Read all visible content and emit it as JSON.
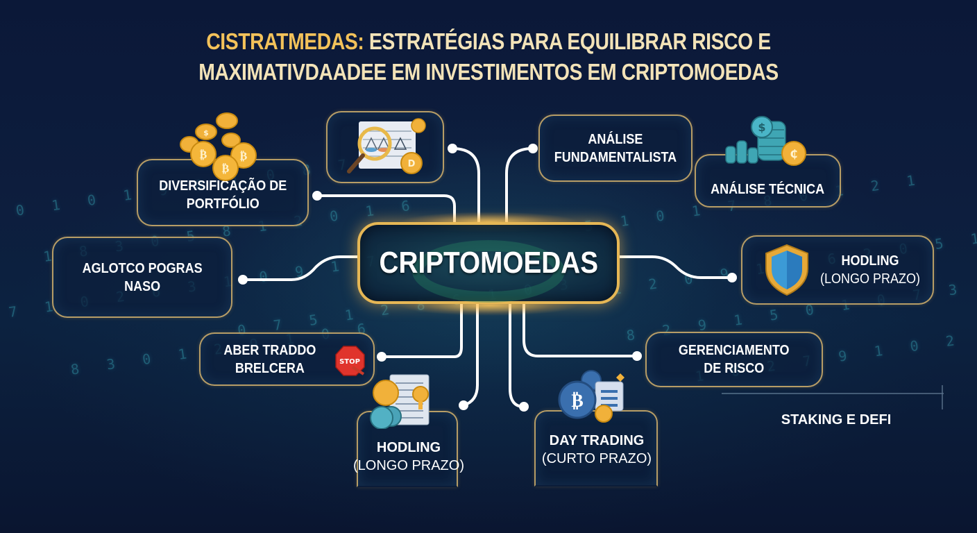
{
  "title": {
    "line1_prefix": "CISTRATMEDAS:",
    "line1_rest": " ESTRATÉGIAS PARA EQUILIBRAR RISCO E",
    "line2": "MAXIMATIVDAADEE EM INVESTIMENTOS EM CRIPTOMOEDAS"
  },
  "center": {
    "label": "CRIPTOMOEDAS"
  },
  "nodes": {
    "diversificacao": {
      "line1": "DIVERSIFICAÇÃO DE",
      "line2": "PORTFÓLIO",
      "icon": "gold-coins-icon"
    },
    "analysis_icon_box": {
      "icon": "magnifier-scale-document-icon"
    },
    "fundamentalista": {
      "line1": "ANÁLISE",
      "line2": "FUNDAMENTALISTA"
    },
    "tecnica": {
      "line1": "ANÁLISE TÉCNICA",
      "icon": "coin-stack-icon"
    },
    "aglotco": {
      "line1": "AGLOTCO POGRAS",
      "line2": "NASO"
    },
    "hodling_right": {
      "line1": "HODLING",
      "line2": "(LONGO PRAZO)",
      "icon": "shield-icon"
    },
    "aber_traddo": {
      "line1": "ABER TRADDO",
      "line2": "BRELCERA",
      "icon": "stop-sign-icon",
      "icon_text": "STOP"
    },
    "gerenciamento": {
      "line1": "GERENCIAMENTO",
      "line2": "DE RISCO"
    },
    "hodling_bottom": {
      "line1": "HODLING",
      "line2": "(LONGO PRAZO)",
      "icon": "coins-document-icon"
    },
    "day_trading": {
      "line1": "DAY TRADING",
      "line2": "(CURTO PRAZO)",
      "icon": "bitcoin-document-icon"
    },
    "staking": {
      "line1": "STAKING E DEFI"
    }
  },
  "colors": {
    "background": "#0c1d3d",
    "gold_border": "#e6b755",
    "title_gold": "#f3c25a",
    "title_cream": "#f3e3b8",
    "node_border": "#d6b46e",
    "connector": "#ffffff",
    "matrix": "#2f8da0"
  }
}
